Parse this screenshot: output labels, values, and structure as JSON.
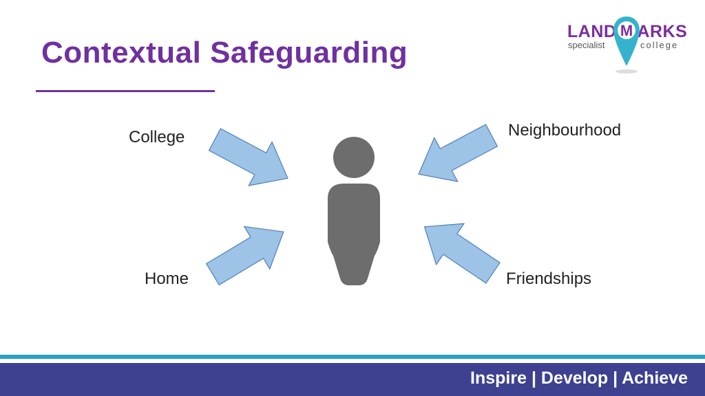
{
  "slide": {
    "title": "Contextual Safeguarding",
    "tagline": "Inspire | Develop | Achieve"
  },
  "logo": {
    "brand_left": "LAND",
    "brand_right": "ARKS",
    "brand_pin_letter": "M",
    "sub_left": "specialist",
    "sub_right": "college"
  },
  "diagram": {
    "contexts": {
      "college": "College",
      "neighbourhood": "Neighbourhood",
      "home": "Home",
      "friendships": "Friendships"
    }
  },
  "colors": {
    "title": "#7030a0",
    "arrow_fill": "#9dc3e6",
    "arrow_stroke": "#4f7fbf",
    "person": "#6d6d6d",
    "footer_bar": "#3d4190",
    "footer_line": "#27a3c4",
    "logo_pin": "#36b3cc"
  }
}
